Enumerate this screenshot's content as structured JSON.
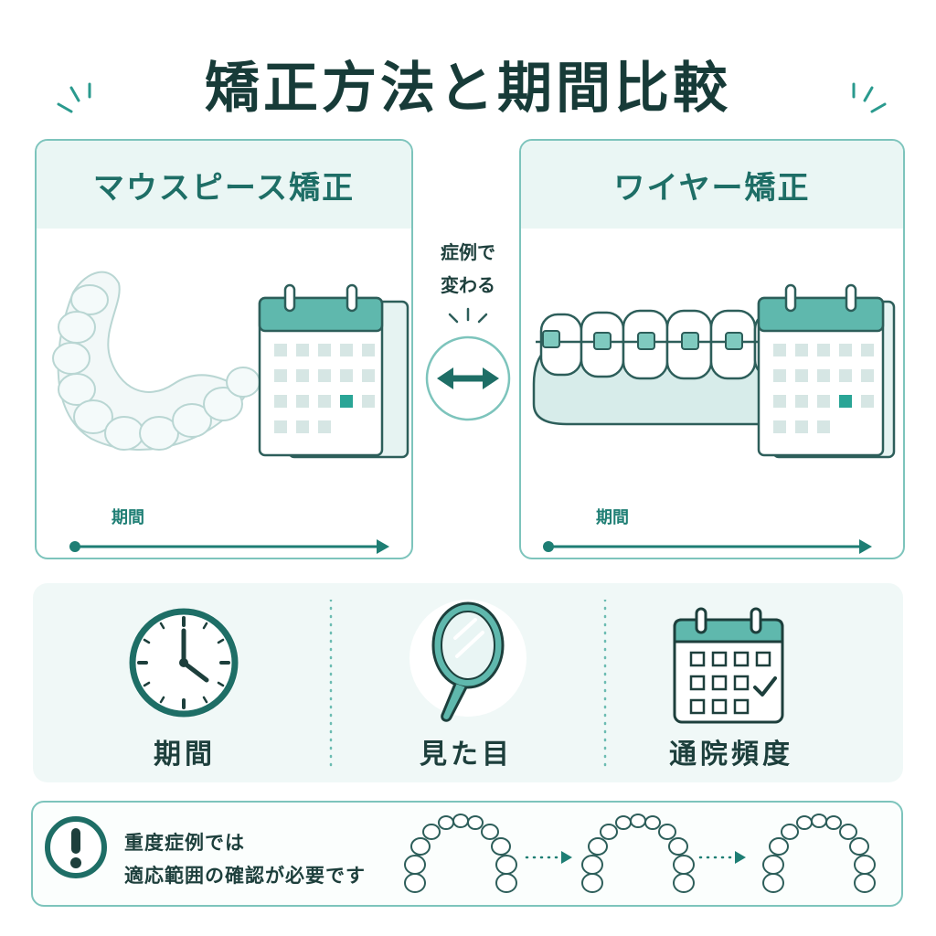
{
  "title": "矯正方法と期間比較",
  "left_card": {
    "title": "マウスピース矯正",
    "period_label": "期間"
  },
  "right_card": {
    "title": "ワイヤー矯正",
    "period_label": "期間"
  },
  "center_note": {
    "line1": "症例で",
    "line2": "変わる"
  },
  "features": [
    {
      "label": "期間",
      "icon": "clock-icon"
    },
    {
      "label": "見た目",
      "icon": "hand-mirror-icon"
    },
    {
      "label": "通院頻度",
      "icon": "calendar-check-icon"
    }
  ],
  "notice": {
    "line1": "重度症例では",
    "line2": "適応範囲の確認が必要です",
    "icon": "exclamation-icon"
  },
  "colors": {
    "accent": "#1e7e74",
    "accent_light": "#eaf6f4",
    "border": "#7dc4bc",
    "dark": "#173b38"
  }
}
